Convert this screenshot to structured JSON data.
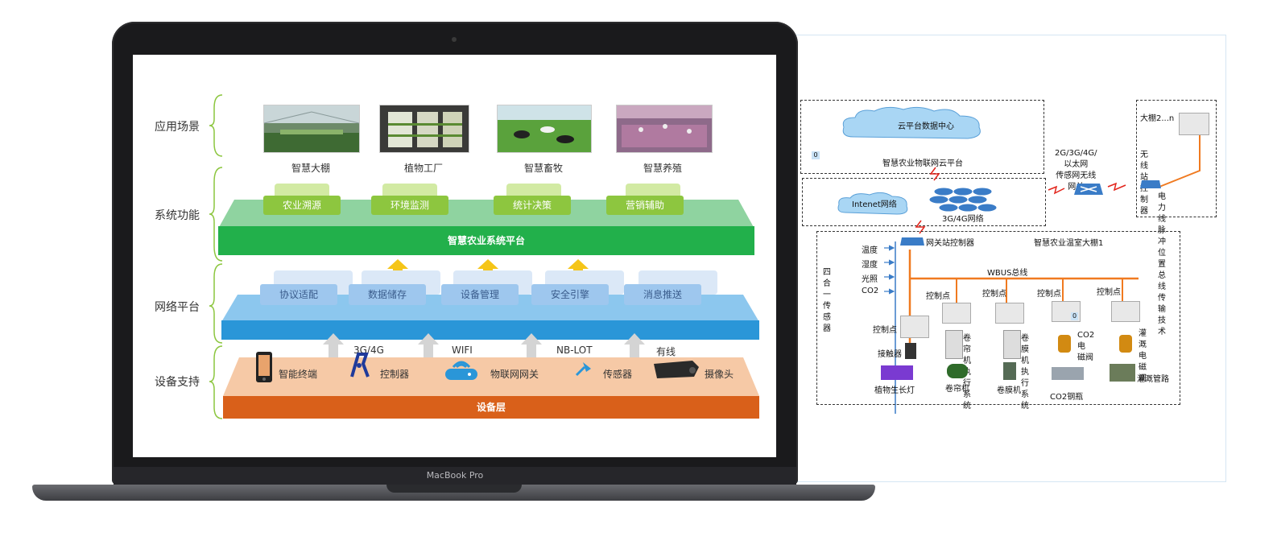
{
  "laptop": {
    "brand": "MacBook Pro"
  },
  "left_diagram": {
    "sections": {
      "scenes": "应用场景",
      "functions": "系统功能",
      "network": "网络平台",
      "devices": "设备支持"
    },
    "scenes": [
      {
        "label": "智慧大棚"
      },
      {
        "label": "植物工厂"
      },
      {
        "label": "智慧畜牧"
      },
      {
        "label": "智慧养殖"
      }
    ],
    "functions": [
      "农业溯源",
      "环境监测",
      "统计决策",
      "营销辅助"
    ],
    "platform_label": "智慧农业系统平台",
    "network_items": [
      "协议适配",
      "数据储存",
      "设备管理",
      "安全引擎",
      "消息推送"
    ],
    "network_links": [
      "3G/4G",
      "WIFI",
      "NB-LOT",
      "有线"
    ],
    "devices": [
      {
        "label": "智能终端",
        "icon": "phone-icon"
      },
      {
        "label": "控制器",
        "icon": "controller-icon"
      },
      {
        "label": "物联网网关",
        "icon": "router-icon"
      },
      {
        "label": "传感器",
        "icon": "sensor-icon"
      },
      {
        "label": "摄像头",
        "icon": "camera-icon"
      }
    ],
    "device_layer_label": "设备层",
    "colors": {
      "green": "#22b04b",
      "blue": "#2a96d8",
      "orange": "#d9601a",
      "brace": "#8cc63f"
    }
  },
  "right_diagram": {
    "cloud_label": "云平台数据中心",
    "cloud_badge": "0",
    "cloud_platform_label": "智慧农业物联网云平台",
    "internet_label": "Intenet网络",
    "mobile_net_label": "3G/4G网络",
    "wireless_gateway_label": "2G/3G/4G/以太网\n传感网无线网关",
    "greenhouse_n_label": "大棚2...n",
    "wireless_station_label": "无线站\n控制器",
    "power_line_label": "电力线脉冲位置\n总线传输技术",
    "gateway_station_label": "网关站控制器",
    "greenhouse_1_label": "智慧农业温室大棚1",
    "bus_label": "WBUS总线",
    "sensors": [
      "温度",
      "湿度",
      "光照",
      "CO2"
    ],
    "sensor_group_label": "四合一传\n感器",
    "control_point_label": "控制点",
    "contactor_label": "接触器",
    "grow_light_label": "植物生长灯",
    "curtain_exec_label": "卷帘机执\n行系统",
    "curtain_label": "卷帘机",
    "film_exec_label": "卷膜机执\n行系统",
    "film_label": "卷膜机",
    "co2_valve_label": "CO2电\n磁阀",
    "co2_badge": "0",
    "co2_bottle_label": "CO2钢瓶",
    "irrigation_valve_label": "灌溉电\n磁阀",
    "irrigation_pipe_label": "灌溉管路"
  }
}
